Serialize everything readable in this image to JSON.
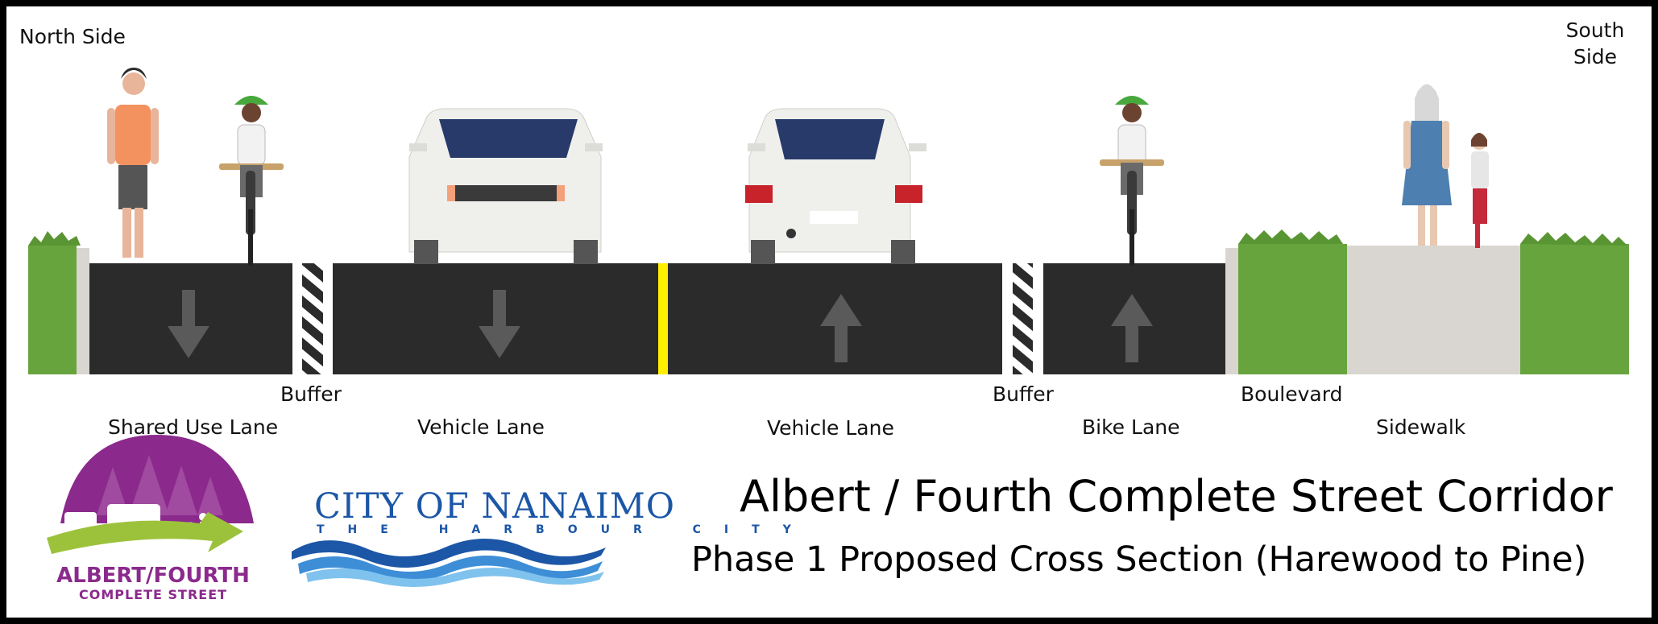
{
  "sides": {
    "north": "North Side",
    "south": "South Side"
  },
  "labels": {
    "shared_use_lane": "Shared Use Lane",
    "buffer_left": "Buffer",
    "vehicle_lane_left": "Vehicle Lane",
    "vehicle_lane_right": "Vehicle Lane",
    "buffer_right": "Buffer",
    "bike_lane": "Bike Lane",
    "boulevard": "Boulevard",
    "sidewalk": "Sidewalk"
  },
  "title": "Albert / Fourth Complete Street Corridor",
  "subtitle": "Phase 1 Proposed Cross Section (Harewood to Pine)",
  "logos": {
    "albert_fourth": {
      "line1": "ALBERT/FOURTH",
      "line2": "COMPLETE STREET"
    },
    "nanaimo": {
      "line1": "CITY OF NANAIMO",
      "line2": "THE HARBOUR CITY"
    }
  },
  "colors": {
    "asphalt": "#2b2b2b",
    "grass": "#67a43e",
    "concrete": "#d9d6d1",
    "center_line": "#ffee00",
    "logo_purple": "#8b2a8c",
    "logo_green": "#9cc23c",
    "city_blue": "#1c56a6"
  }
}
